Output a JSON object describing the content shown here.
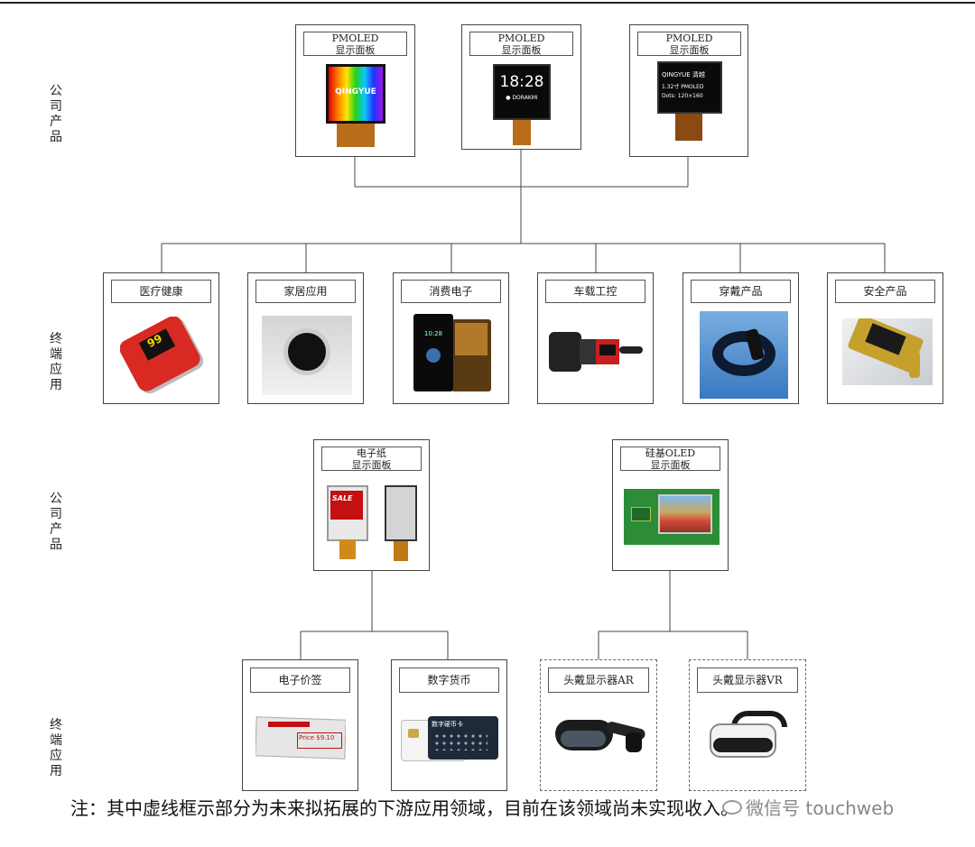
{
  "side_labels": {
    "row1": "公司产品",
    "row2": "终端应用",
    "row3": "公司产品",
    "row4": "终端应用"
  },
  "products_top": [
    {
      "line1": "PMOLED",
      "line2": "显示面板",
      "screen_text": "QINGYUE"
    },
    {
      "line1": "PMOLED",
      "line2": "显示面板",
      "screen_time": "18:28",
      "screen_sub": "● DORAKMI"
    },
    {
      "line1": "PMOLED",
      "line2": "显示面板",
      "screen_l1": "QINGYUE 清越",
      "screen_l2": "1.32寸 PMOLED",
      "screen_l3": "Dots: 120×160"
    }
  ],
  "apps_top": [
    {
      "label": "医疗健康",
      "device_text": "99"
    },
    {
      "label": "家居应用"
    },
    {
      "label": "消费电子",
      "device_text": "10:28"
    },
    {
      "label": "车载工控"
    },
    {
      "label": "穿戴产品"
    },
    {
      "label": "安全产品"
    }
  ],
  "products_bottom": [
    {
      "line1": "电子纸",
      "line2": "显示面板",
      "tag_text": "SALE"
    },
    {
      "line1": "硅基OLED",
      "line2": "显示面板"
    }
  ],
  "apps_bottom": [
    {
      "label": "电子价签",
      "dashed": false,
      "price": "Price $9.10"
    },
    {
      "label": "数字货币",
      "dashed": false,
      "card": "数字硬币卡"
    },
    {
      "label": "头戴显示器AR",
      "dashed": true
    },
    {
      "label": "头戴显示器VR",
      "dashed": true
    }
  ],
  "note": "注：其中虚线框示部分为未来拟拓展的下游应用领域，目前在该领域尚未实现收入。",
  "watermark": "微信号  touchweb"
}
